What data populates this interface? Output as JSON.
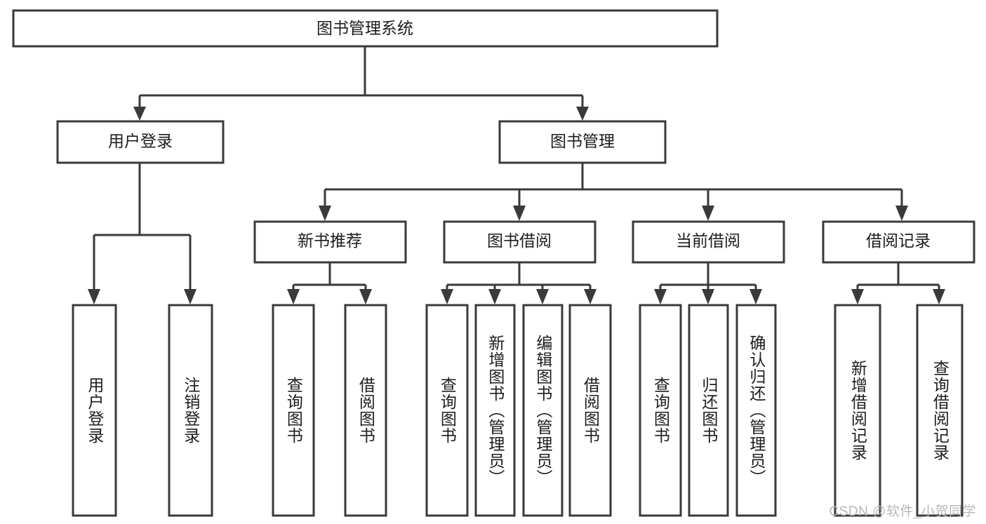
{
  "diagram": {
    "title": "图书管理系统",
    "type": "tree",
    "root": {
      "id": "root",
      "label": "图书管理系统"
    },
    "level2": [
      {
        "id": "user-login",
        "label": "用户登录"
      },
      {
        "id": "book-manage",
        "label": "图书管理"
      }
    ],
    "level3": [
      {
        "id": "new-book-recommend",
        "label": "新书推荐",
        "parent": "book-manage"
      },
      {
        "id": "book-borrow",
        "label": "图书借阅",
        "parent": "book-manage"
      },
      {
        "id": "current-borrow",
        "label": "当前借阅",
        "parent": "book-manage"
      },
      {
        "id": "borrow-record",
        "label": "借阅记录",
        "parent": "book-manage"
      }
    ],
    "leaves": [
      {
        "id": "leaf-user-login",
        "label": "用户登录",
        "parent": "user-login"
      },
      {
        "id": "leaf-user-logout",
        "label": "注销登录",
        "parent": "user-login"
      },
      {
        "id": "leaf-query-book-1",
        "label": "查询图书",
        "parent": "new-book-recommend"
      },
      {
        "id": "leaf-borrow-book-1",
        "label": "借阅图书",
        "parent": "new-book-recommend"
      },
      {
        "id": "leaf-query-book-2",
        "label": "查询图书",
        "parent": "book-borrow"
      },
      {
        "id": "leaf-add-book",
        "label": "新增图书（管理员）",
        "parent": "book-borrow"
      },
      {
        "id": "leaf-edit-book",
        "label": "编辑图书（管理员）",
        "parent": "book-borrow"
      },
      {
        "id": "leaf-borrow-book-2",
        "label": "借阅图书",
        "parent": "book-borrow"
      },
      {
        "id": "leaf-query-book-3",
        "label": "查询图书",
        "parent": "current-borrow"
      },
      {
        "id": "leaf-return-book",
        "label": "归还图书",
        "parent": "current-borrow"
      },
      {
        "id": "leaf-confirm-return",
        "label": "确认归还（管理员）",
        "parent": "current-borrow"
      },
      {
        "id": "leaf-add-record",
        "label": "新增借阅记录",
        "parent": "borrow-record"
      },
      {
        "id": "leaf-query-record",
        "label": "查询借阅记录",
        "parent": "borrow-record"
      }
    ],
    "colors": {
      "stroke": "#3a3a3a",
      "fill": "#ffffff",
      "text": "#1d1d1d",
      "watermark": "#b8b8b8",
      "background": "#ffffff"
    }
  },
  "watermark": {
    "text": "CSDN @软件_小贺同学"
  }
}
